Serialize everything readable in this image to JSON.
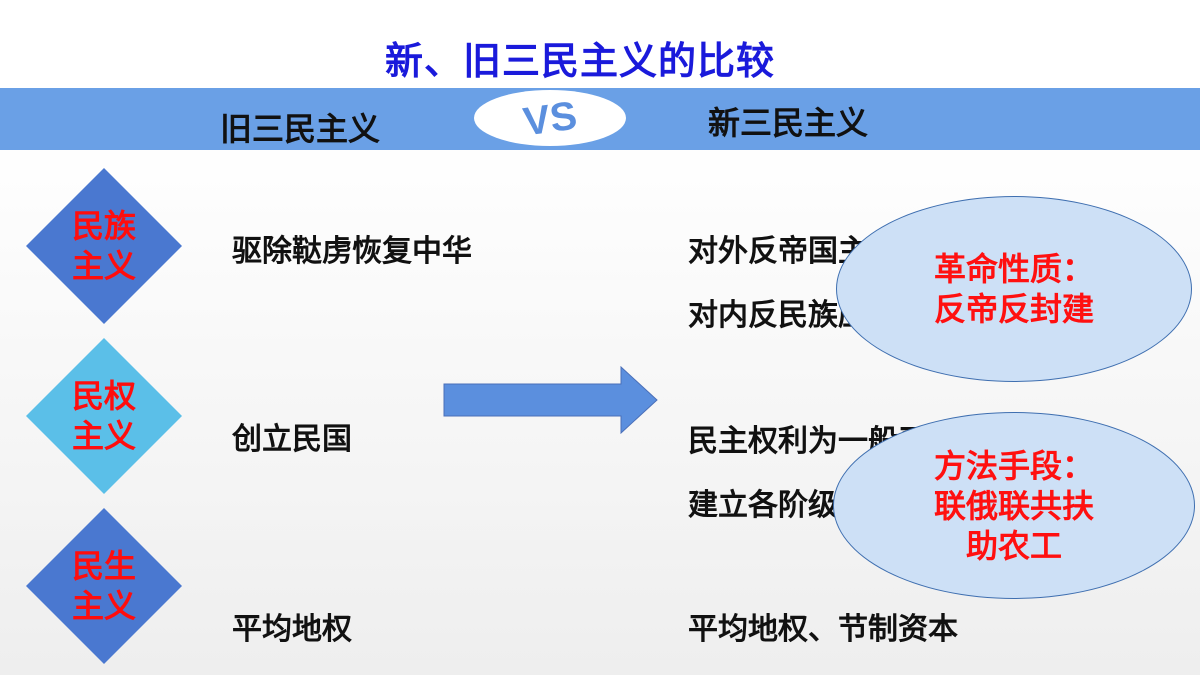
{
  "title": "新、旧三民主义的比较",
  "header": {
    "old": "旧三民主义",
    "vs": "VS",
    "new": "新三民主义"
  },
  "rows": [
    {
      "label_line1": "民族",
      "label_line2": "主义",
      "old": "驱除鞑虏恢复中华",
      "new_line1": "对外反帝国主义",
      "new_line2": "对内反民族压迫"
    },
    {
      "label_line1": "民权",
      "label_line2": "主义",
      "old": "创立民国",
      "new_line1": "民主权利为一般平民所共有",
      "new_line2": "建立各阶级联合专政"
    },
    {
      "label_line1": "民生",
      "label_line2": "主义",
      "old": "平均地权",
      "new_line1": "平均地权、节制资本"
    }
  ],
  "callouts": [
    {
      "line1": "革命性质：",
      "line2": "反帝反封建"
    },
    {
      "line1": "方法手段：",
      "line2": "联俄联共扶",
      "line3": "助农工"
    }
  ],
  "colors": {
    "title": "#1a1adb",
    "band": "#6aa0e6",
    "diamond_dark": "#4a78d0",
    "diamond_light": "#5bbfe8",
    "label_red": "#ff0d0d",
    "arrow": "#5b8fde"
  }
}
